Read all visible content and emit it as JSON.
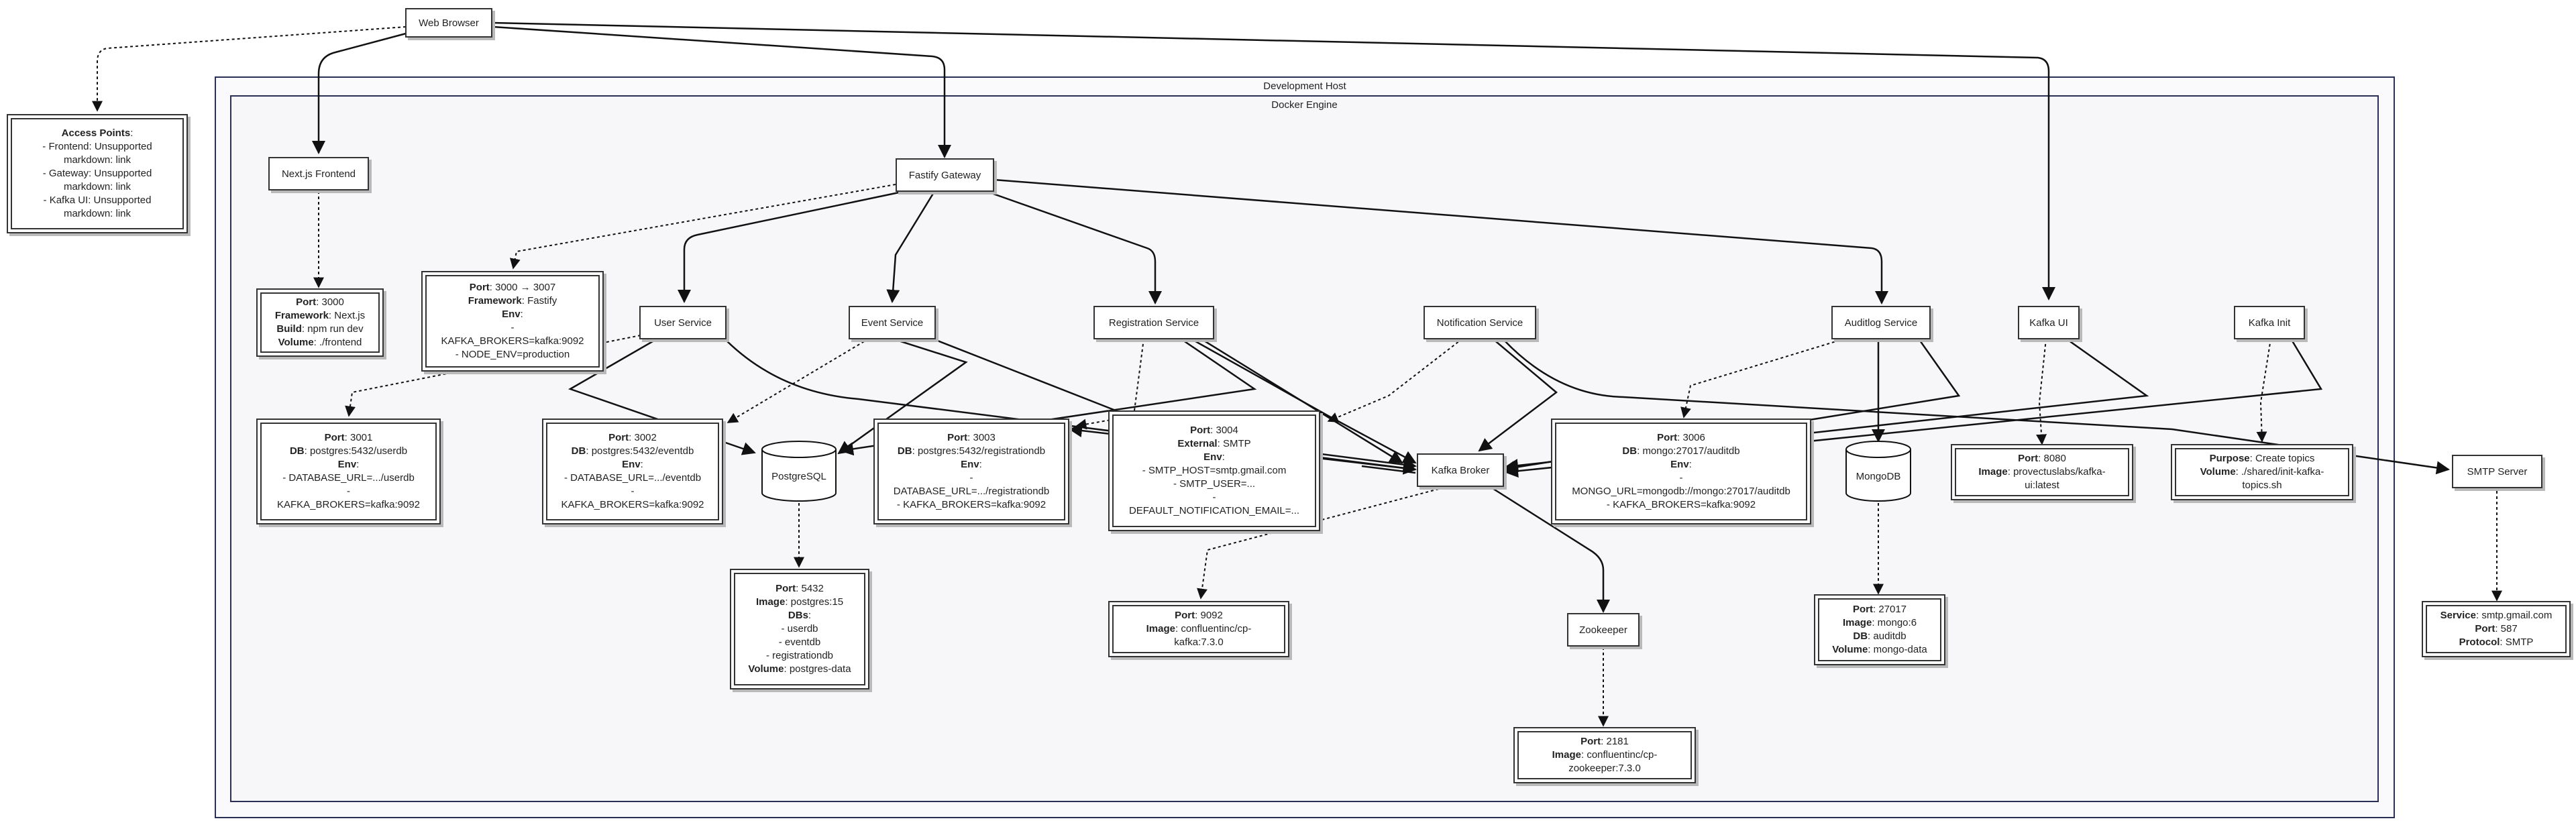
{
  "clusters": {
    "dev_host": "Development Host",
    "docker_engine": "Docker Engine"
  },
  "nodes": {
    "web_browser": "Web Browser",
    "nextjs": "Next.js Frontend",
    "gateway": "Fastify Gateway",
    "user_service": "User Service",
    "event_service": "Event Service",
    "registration_service": "Registration Service",
    "notification_service": "Notification Service",
    "auditlog_service": "Auditlog Service",
    "kafka_ui": "Kafka UI",
    "kafka_init": "Kafka Init",
    "postgres": "PostgreSQL",
    "mongodb": "MongoDB",
    "kafka_broker": "Kafka Broker",
    "zookeeper": "Zookeeper",
    "smtp_server": "SMTP Server"
  },
  "notes": {
    "access_points": {
      "title": "Access Points",
      "lines": [
        "- Frontend: Unsupported markdown: link",
        "- Gateway: Unsupported markdown: link",
        "- Kafka UI: Unsupported markdown: link"
      ]
    },
    "nextjs": [
      {
        "k": "Port",
        "v": "3000"
      },
      {
        "k": "Framework",
        "v": "Next.js"
      },
      {
        "k": "Build",
        "v": "npm run dev"
      },
      {
        "k": "Volume",
        "v": "./frontend"
      }
    ],
    "gateway": {
      "port": {
        "k": "Port",
        "v": "3000 → 3007"
      },
      "framework": {
        "k": "Framework",
        "v": "Fastify"
      },
      "env": "Env",
      "lines": [
        "-",
        "KAFKA_BROKERS=kafka:9092",
        "- NODE_ENV=production"
      ]
    },
    "user": {
      "port": {
        "k": "Port",
        "v": "3001"
      },
      "db": {
        "k": "DB",
        "v": "postgres:5432/userdb"
      },
      "env": "Env",
      "lines": [
        "- DATABASE_URL=.../userdb",
        "-",
        "KAFKA_BROKERS=kafka:9092"
      ]
    },
    "event": {
      "port": {
        "k": "Port",
        "v": "3002"
      },
      "db": {
        "k": "DB",
        "v": "postgres:5432/eventdb"
      },
      "env": "Env",
      "lines": [
        "- DATABASE_URL=.../eventdb",
        "-",
        "KAFKA_BROKERS=kafka:9092"
      ]
    },
    "registration": {
      "port": {
        "k": "Port",
        "v": "3003"
      },
      "db": {
        "k": "DB",
        "v": "postgres:5432/registrationdb"
      },
      "env": "Env",
      "lines": [
        "-",
        "DATABASE_URL=.../registrationdb",
        "- KAFKA_BROKERS=kafka:9092"
      ]
    },
    "notification": {
      "port": {
        "k": "Port",
        "v": "3004"
      },
      "external": {
        "k": "External",
        "v": "SMTP"
      },
      "env": "Env",
      "lines": [
        "- SMTP_HOST=smtp.gmail.com",
        "- SMTP_USER=...",
        "-",
        "DEFAULT_NOTIFICATION_EMAIL=..."
      ]
    },
    "auditlog": {
      "port": {
        "k": "Port",
        "v": "3006"
      },
      "db": {
        "k": "DB",
        "v": "mongo:27017/auditdb"
      },
      "env": "Env",
      "lines": [
        "-",
        "MONGO_URL=mongodb://mongo:27017/auditdb",
        "- KAFKA_BROKERS=kafka:9092"
      ]
    },
    "kafka_ui": {
      "port": {
        "k": "Port",
        "v": "8080"
      },
      "image": {
        "k": "Image",
        "v": "provectuslabs/kafka-ui:latest"
      }
    },
    "kafka_init": {
      "purpose": {
        "k": "Purpose",
        "v": "Create topics"
      },
      "volume": {
        "k": "Volume",
        "v": "./shared/init-kafka-topics.sh"
      }
    },
    "smtp": {
      "service": {
        "k": "Service",
        "v": "smtp.gmail.com"
      },
      "port": {
        "k": "Port",
        "v": "587"
      },
      "protocol": {
        "k": "Protocol",
        "v": "SMTP"
      }
    },
    "postgres": {
      "port": {
        "k": "Port",
        "v": "5432"
      },
      "image": {
        "k": "Image",
        "v": "postgres:15"
      },
      "dbs": "DBs",
      "lines": [
        "- userdb",
        "- eventdb",
        "- registrationdb"
      ],
      "volume": {
        "k": "Volume",
        "v": "postgres-data"
      }
    },
    "kafka": {
      "port": {
        "k": "Port",
        "v": "9092"
      },
      "image": {
        "k": "Image",
        "v": "confluentinc/cp-kafka:7.3.0"
      }
    },
    "mongo": {
      "port": {
        "k": "Port",
        "v": "27017"
      },
      "image": {
        "k": "Image",
        "v": "mongo:6"
      },
      "db": {
        "k": "DB",
        "v": "auditdb"
      },
      "volume": {
        "k": "Volume",
        "v": "mongo-data"
      }
    },
    "zookeeper": {
      "port": {
        "k": "Port",
        "v": "2181"
      },
      "image": {
        "k": "Image",
        "v": "confluentinc/cp-zookeeper:7.3.0"
      }
    }
  },
  "colors": {
    "cluster_border": "#2b2f55",
    "edge": "#111111",
    "shadow": "#b9b9b9"
  }
}
